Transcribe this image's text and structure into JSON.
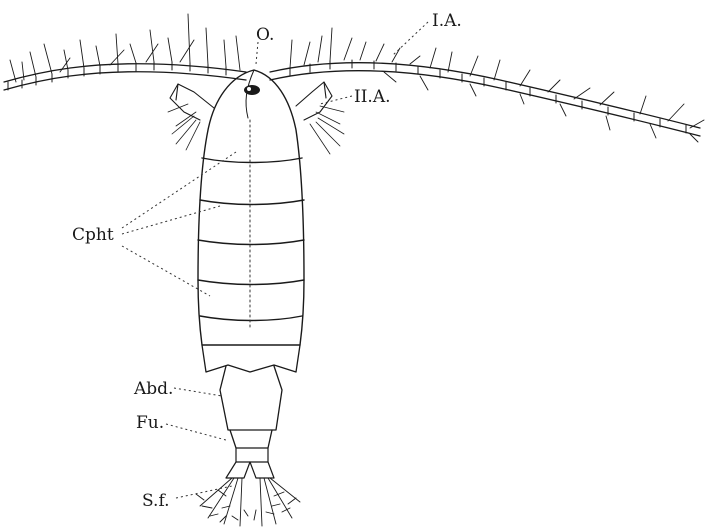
{
  "labels": {
    "ocellus": "O.",
    "first_antenna": "I.A.",
    "second_antenna": "II.A.",
    "cephalothorax": "Cpht",
    "abdomen": "Abd.",
    "furca": "Fu.",
    "setae_furcales": "S.f."
  }
}
